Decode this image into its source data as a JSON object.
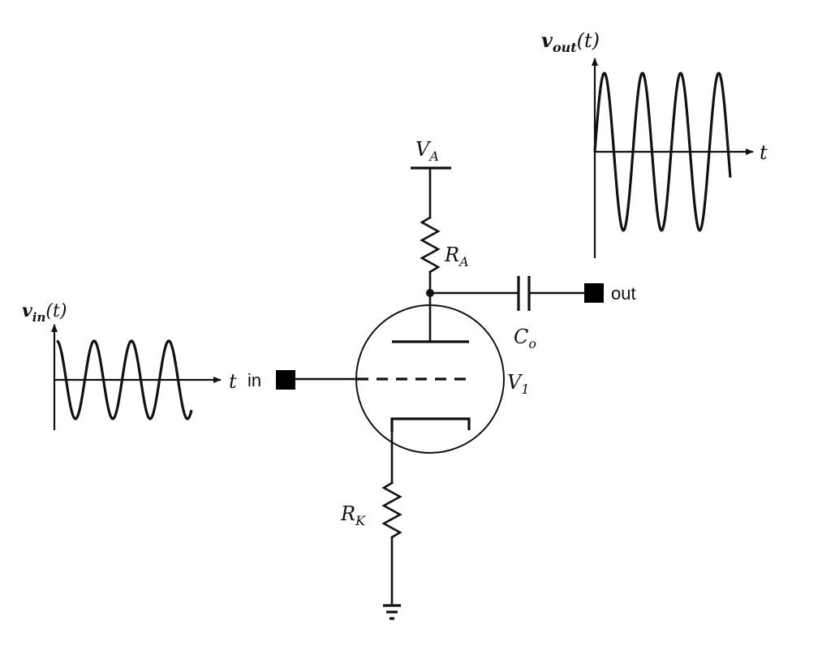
{
  "labels": {
    "vout_main": "v",
    "vout_sub": "out",
    "vout_arg": "(t)",
    "vin_main": "v",
    "vin_sub": "in",
    "vin_arg": "(t)",
    "t_out": "t",
    "t_in": "t",
    "va_main": "V",
    "va_sub": "A",
    "ra_main": "R",
    "ra_sub": "A",
    "rk_main": "R",
    "rk_sub": "K",
    "co_main": "C",
    "co_sub": "o",
    "v1_main": "V",
    "v1_sub": "1",
    "in_terminal": "in",
    "out_terminal": "out"
  }
}
